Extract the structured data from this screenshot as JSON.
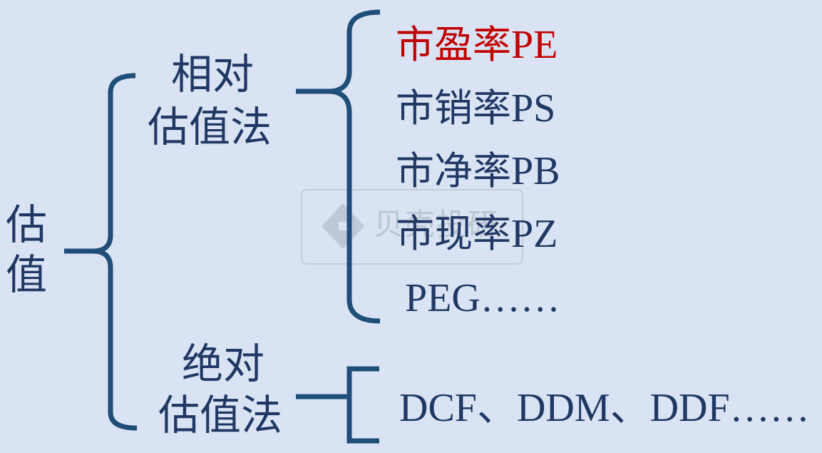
{
  "root": {
    "label": [
      "估",
      "值"
    ]
  },
  "relative": {
    "label_line1": "相对",
    "label_line2": "估值法",
    "items": [
      {
        "cn": "市盈率",
        "en": "PE",
        "highlight": true
      },
      {
        "cn": "市销率",
        "en": "PS",
        "highlight": false
      },
      {
        "cn": "市净率",
        "en": "PB",
        "highlight": false
      },
      {
        "cn": "市现率",
        "en": "PZ",
        "highlight": false
      },
      {
        "cn": "",
        "en": "PEG……",
        "highlight": false
      }
    ]
  },
  "absolute": {
    "label_line1": "绝对",
    "label_line2": "估值法",
    "items_text": "DCF、DDM、DDF……"
  },
  "watermark": {
    "text": "贝壳投研"
  },
  "colors": {
    "background": "#dae3f3",
    "text": "#1f3864",
    "bracket": "#1f4e79",
    "highlight": "#c00000"
  }
}
